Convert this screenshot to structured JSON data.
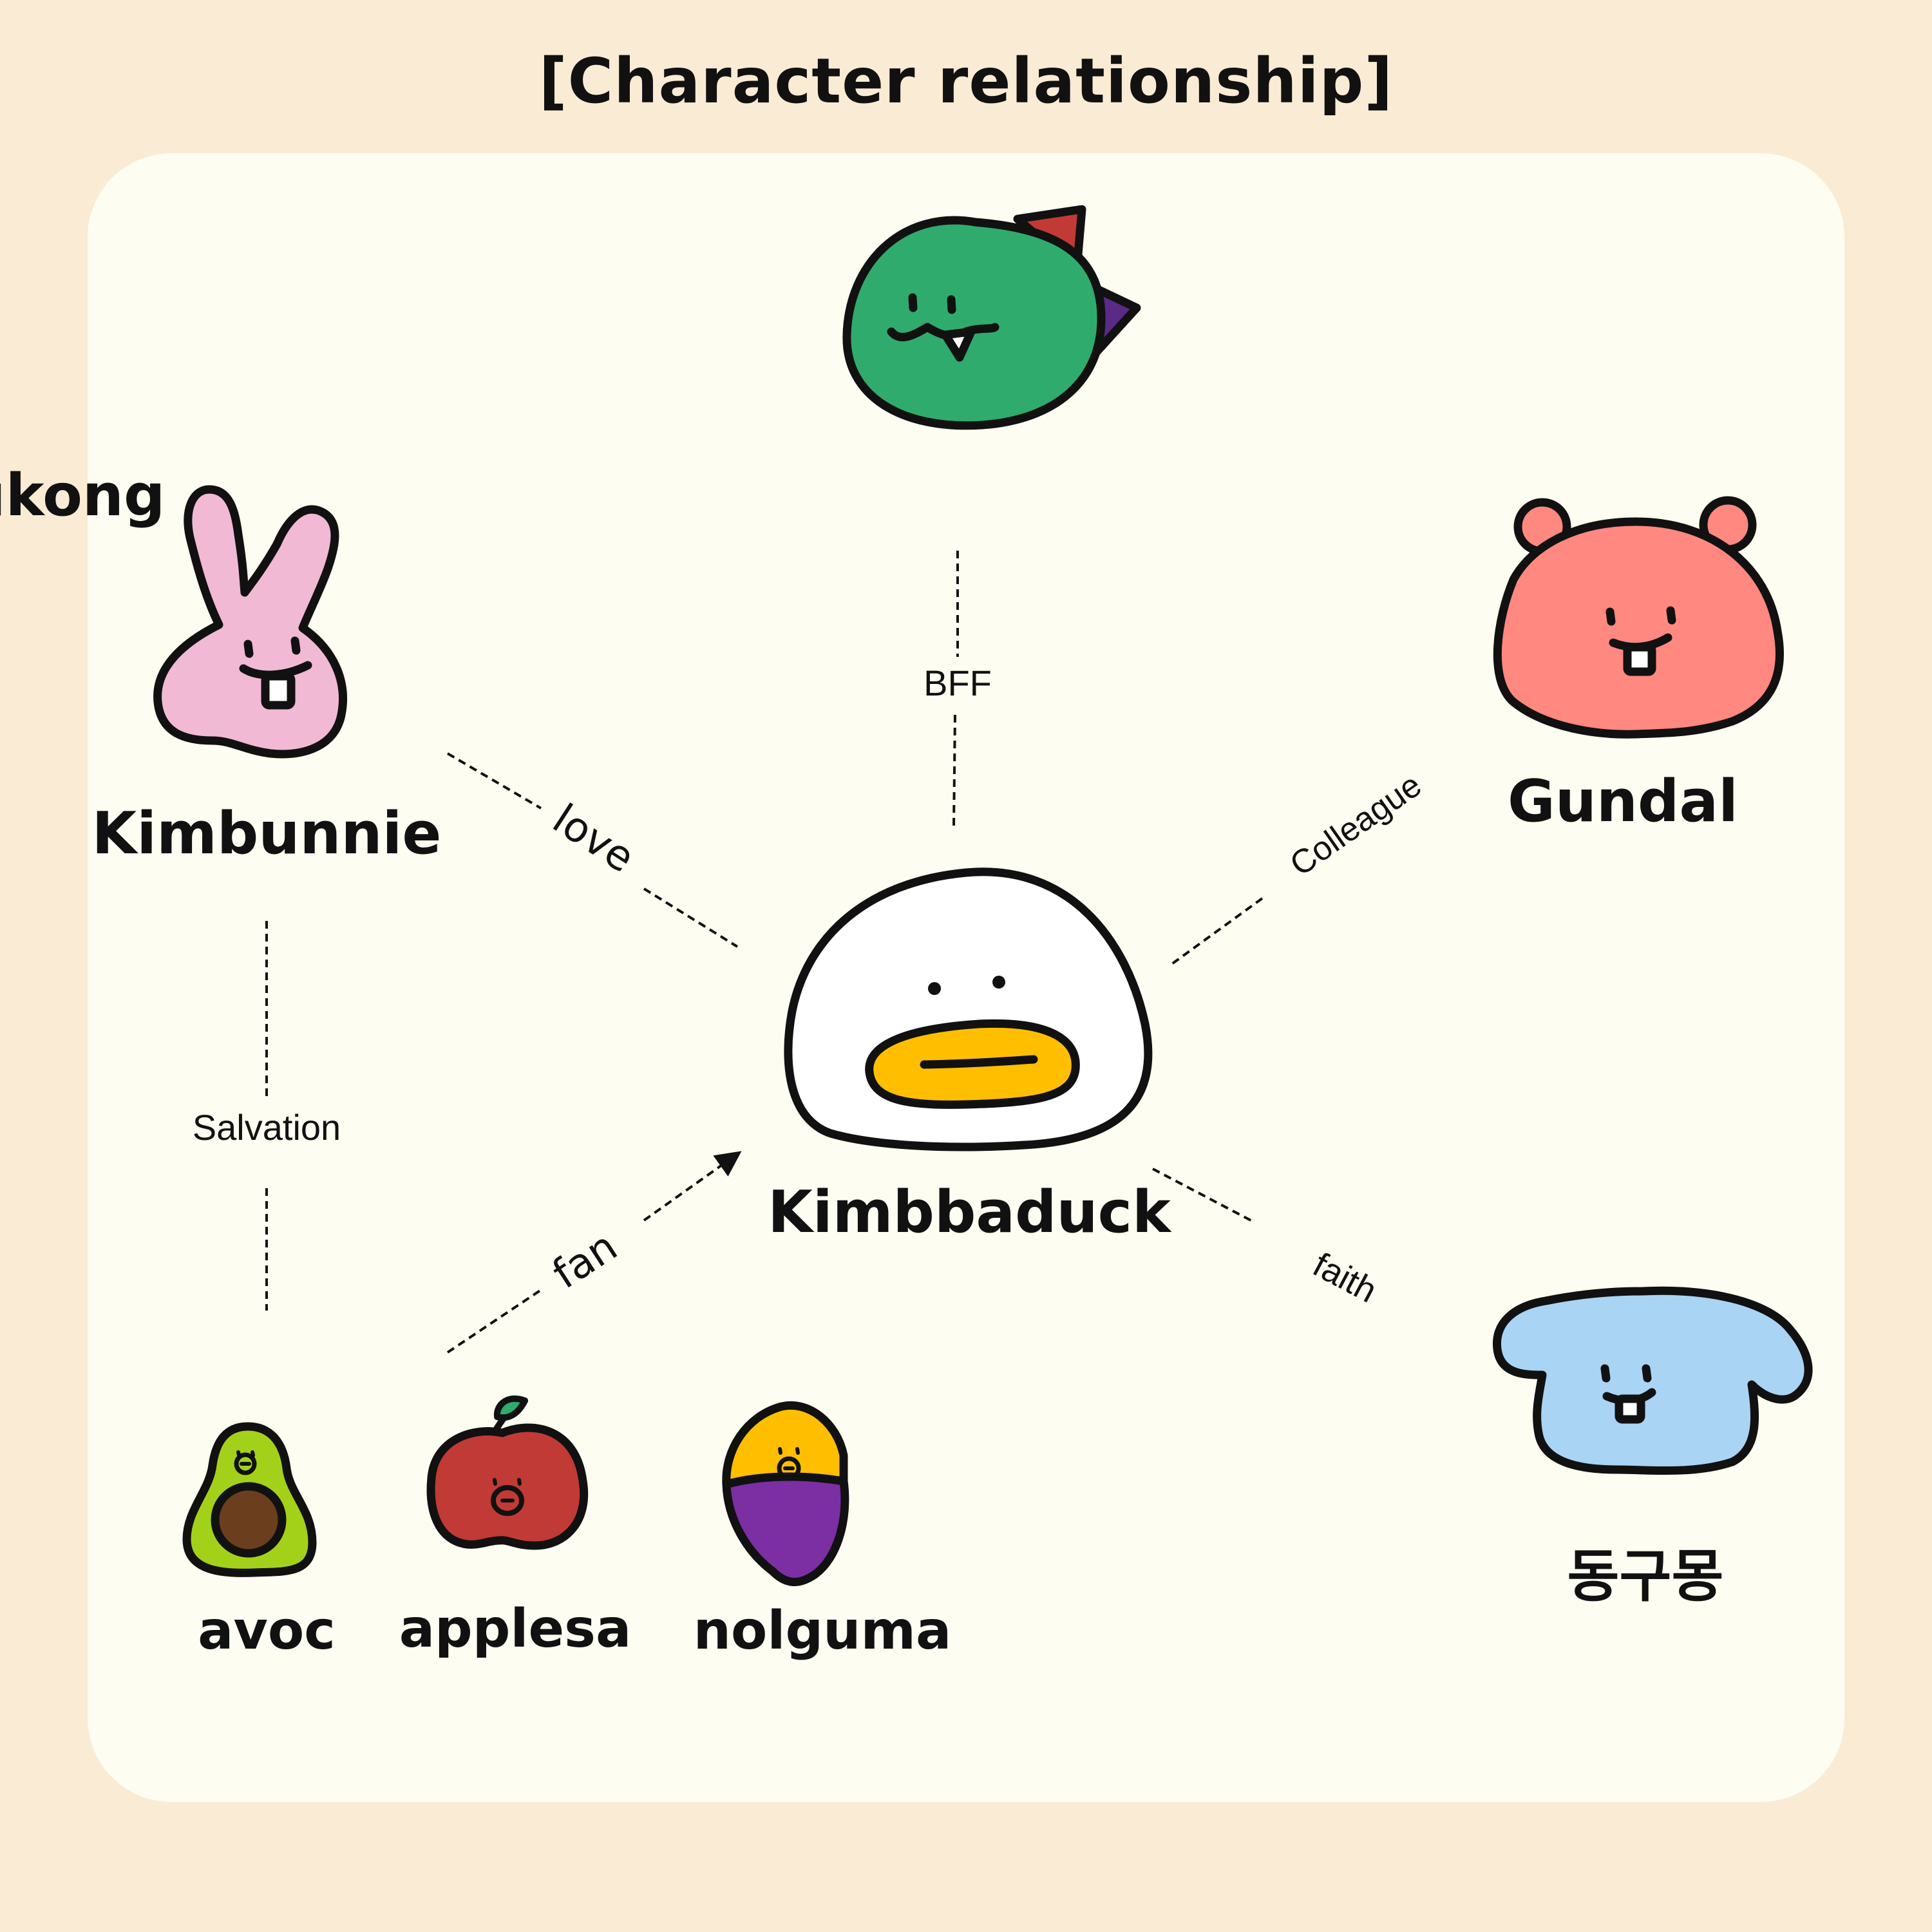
{
  "title": "[Character relationship]",
  "characters": {
    "hipdukong": "Hipdukong",
    "kimbunnie": "Kimbunnie",
    "gundal": "Gundal",
    "kimbbaduck": "Kimbbaduck",
    "avoc": "avoc",
    "applesa": "applesa",
    "nolguma": "nolguma",
    "donggumong": "동구몽"
  },
  "relations": {
    "bff": "BFF",
    "love": "love",
    "colleague": "Colleague",
    "salvation": "Salvation",
    "fan": "fan",
    "faith": "faith"
  },
  "colors": {
    "background": "#FAEBD4",
    "card": "#FEFDF2",
    "outline": "#111111",
    "hipdukong": "#2FAB6E",
    "kimbunnie": "#F1B9D4",
    "gundal": "#FF8880",
    "kimbbaduck_beak": "#FFBF00",
    "donggumong": "#A9D4F4",
    "avocado": "#A3D11A",
    "apple": "#C13A35",
    "sweet_potato": "#7B2FA3"
  }
}
